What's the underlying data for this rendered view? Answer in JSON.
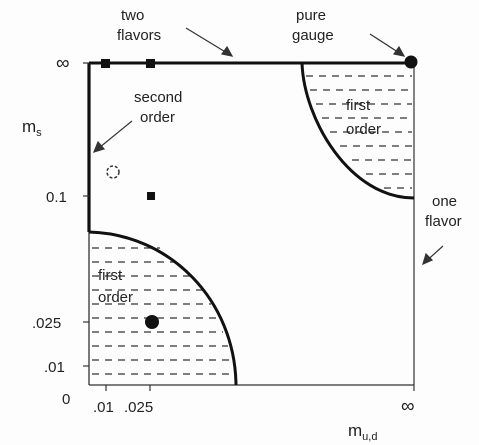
{
  "diagram": {
    "axes": {
      "x_label": "m",
      "x_label_sub": "u,d",
      "y_label": "m",
      "y_label_sub": "s",
      "origin_label": "0",
      "x_ticks": [
        ".01",
        ".025",
        "∞"
      ],
      "y_ticks": [
        "∞",
        "0.1",
        ".025",
        ".01"
      ]
    },
    "annotations": {
      "two_flavors": [
        "two",
        "flavors"
      ],
      "pure_gauge": [
        "pure",
        "gauge"
      ],
      "second_order": [
        "second",
        "order"
      ],
      "first_order_upper": [
        "first",
        "order"
      ],
      "first_order_lower": [
        "first",
        "order"
      ],
      "one_flavor": [
        "one",
        "flavor"
      ]
    },
    "colors": {
      "ink": "#111111",
      "paper": "#fdfdfd"
    }
  }
}
